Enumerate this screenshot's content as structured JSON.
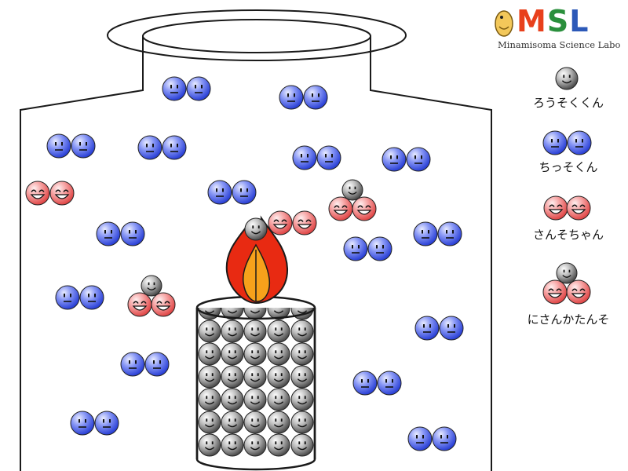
{
  "logo": {
    "letters": [
      "M",
      "S",
      "L"
    ],
    "subtitle": "Minamisoma Science Labo"
  },
  "legend": [
    {
      "label": "ろうそくくん",
      "molecule": "carbon"
    },
    {
      "label": "ちっそくん",
      "molecule": "nitrogen"
    },
    {
      "label": "さんそちゃん",
      "molecule": "oxygen"
    },
    {
      "label": "にさんかたんそ",
      "molecule": "carbon-dioxide"
    }
  ],
  "colors": {
    "carbon": "#7d7d7d",
    "nitrogen": "#3a55e0",
    "oxygen": "#f07070",
    "flame_outer": "#e82a12",
    "flame_inner": "#f6a11b"
  },
  "icons": [
    "smiley-face-icon",
    "jar-outline",
    "candle",
    "flame-icon"
  ]
}
